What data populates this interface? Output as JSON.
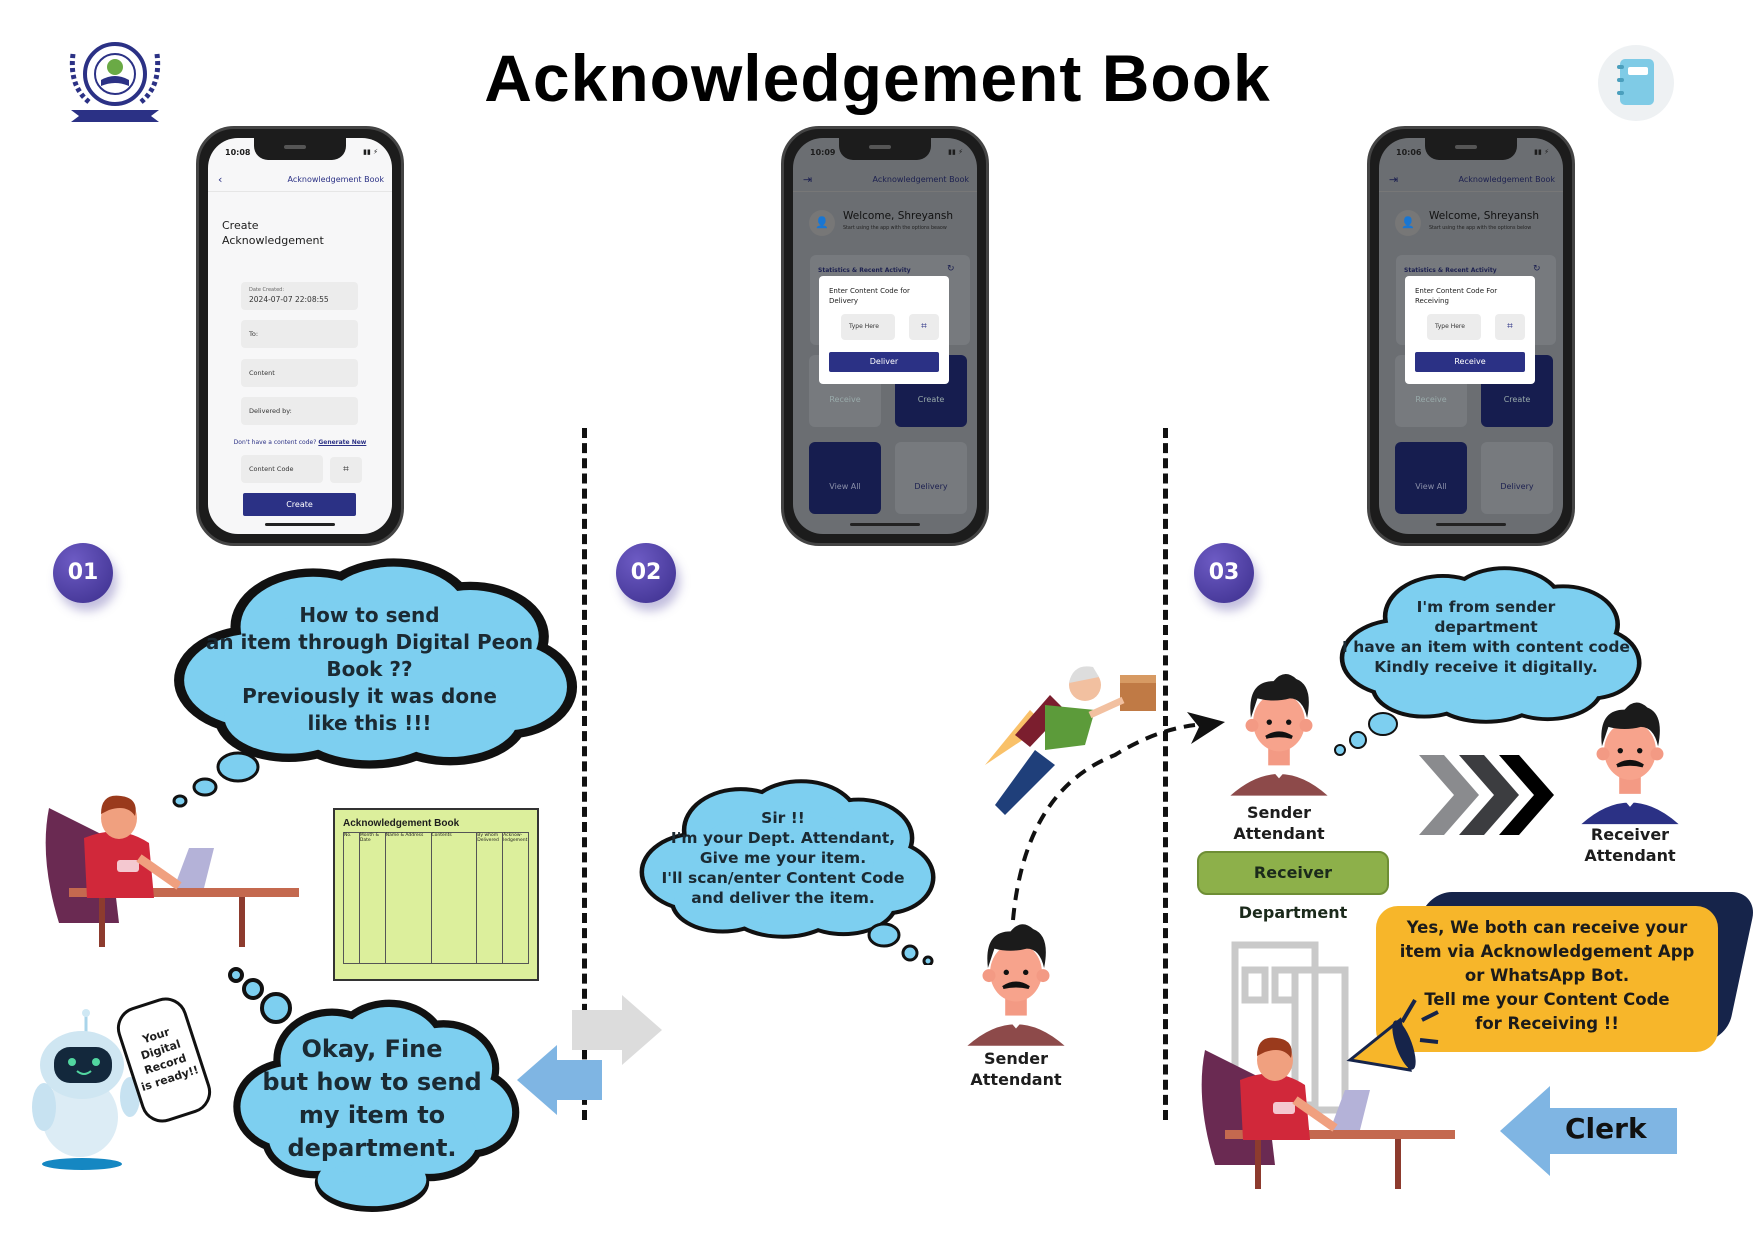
{
  "header": {
    "title": "Acknowledgement Book",
    "logo_icon": "university-logo",
    "book_icon": "notebook-icon"
  },
  "steps": [
    "01",
    "02",
    "03"
  ],
  "phone1": {
    "time": "10:08",
    "app_title": "Acknowledgement Book",
    "back_icon": "chevron-left-icon",
    "heading_line1": "Create",
    "heading_line2": "Acknowledgement",
    "date_label": "Date Created:",
    "date_value": "2024-07-07 22:08:55",
    "to_placeholder": "To:",
    "content_placeholder": "Content",
    "delivered_placeholder": "Delivered by:",
    "no_code_text": "Don't have a content code?",
    "generate_link": "Generate New",
    "code_placeholder": "Content Code",
    "create_button": "Create"
  },
  "phone2": {
    "time": "10:09",
    "app_title": "Acknowledgement Book",
    "welcome": "Welcome, Shreyansh",
    "subtitle": "Start using the app with the options beaow",
    "stats_title": "Statistics & Recent Activity",
    "dialog_title": "Enter Content Code for Delivery",
    "input_placeholder": "Type Here",
    "action_button": "Deliver",
    "tiles": [
      "Receive",
      "Create",
      "View All",
      "Delivery"
    ]
  },
  "phone3": {
    "time": "10:06",
    "app_title": "Acknowledgement Book",
    "welcome": "Welcome, Shreyansh",
    "subtitle": "Start using the app with the options below",
    "stats_title": "Statistics & Recent Activity",
    "dialog_title": "Enter Content Code For Receiving",
    "input_placeholder": "Type Here",
    "action_button": "Receive",
    "tiles": [
      "Receive",
      "Create",
      "View All",
      "Delivery"
    ]
  },
  "bubbles": {
    "question": [
      "How to send",
      "an item through Digital Peon",
      "Book ??",
      "Previously it was done",
      "like this !!!"
    ],
    "okay": [
      "Okay, Fine",
      "but how to send",
      "my item to",
      "department."
    ],
    "robot_note": [
      "Your",
      "Digital",
      "Record",
      "is ready!!"
    ],
    "attendant": [
      "Sir !!",
      "I'm your Dept. Attendant,",
      "Give me your item.",
      "I'll scan/enter Content Code",
      "and deliver the item."
    ],
    "sender": [
      "I'm from sender",
      "department",
      "I have an item with content code",
      "Kindly receive it digitally."
    ],
    "clerk": [
      "Yes, We both can receive your",
      "item via Acknowledgement App",
      "or WhatsApp Bot.",
      "Tell me your Content Code",
      "for Receiving !!"
    ]
  },
  "ledger": {
    "title": "Acknowledgement Book",
    "columns": [
      "No.",
      "Month & Date",
      "Name & Address",
      "Contents",
      "By whom Delivered",
      "Acknow-ledgement"
    ]
  },
  "labels": {
    "sender_attendant_1": [
      "Sender",
      "Attendant"
    ],
    "sender_attendant_2": [
      "Sender",
      "Attendant"
    ],
    "receiver_attendant": [
      "Receiver",
      "Attendant"
    ],
    "receiver_department": "Receiver Department",
    "clerk": "Clerk"
  },
  "colors": {
    "cloud": "#7dcff0",
    "navy": "#2b3185",
    "badge": "#4b3ca6",
    "yellow": "#f7b62a",
    "green": "#8db04a"
  }
}
